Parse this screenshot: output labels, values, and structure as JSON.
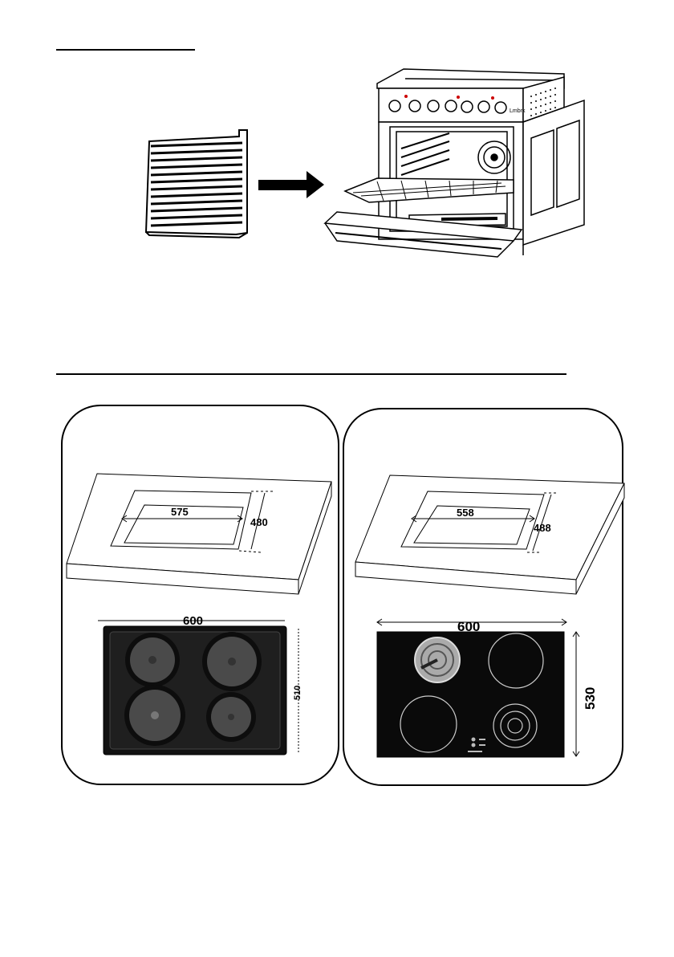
{
  "section1": {
    "grill_tray_icon": "grill-tray-icon",
    "arrow_icon": "right-arrow-icon",
    "oven_icon": "oven-icon",
    "oven_brand": "Lmbrk"
  },
  "panels": [
    {
      "type": "electric-hob",
      "cutout_width": "575",
      "cutout_depth": "480",
      "hob_width": "600",
      "hob_depth": "510"
    },
    {
      "type": "ceramic-hob",
      "cutout_width": "558",
      "cutout_depth": "488",
      "hob_width": "600",
      "hob_depth": "530"
    }
  ],
  "colors": {
    "ink": "#000000",
    "hob_dark": "#111111",
    "plate": "#4a4a4a"
  }
}
